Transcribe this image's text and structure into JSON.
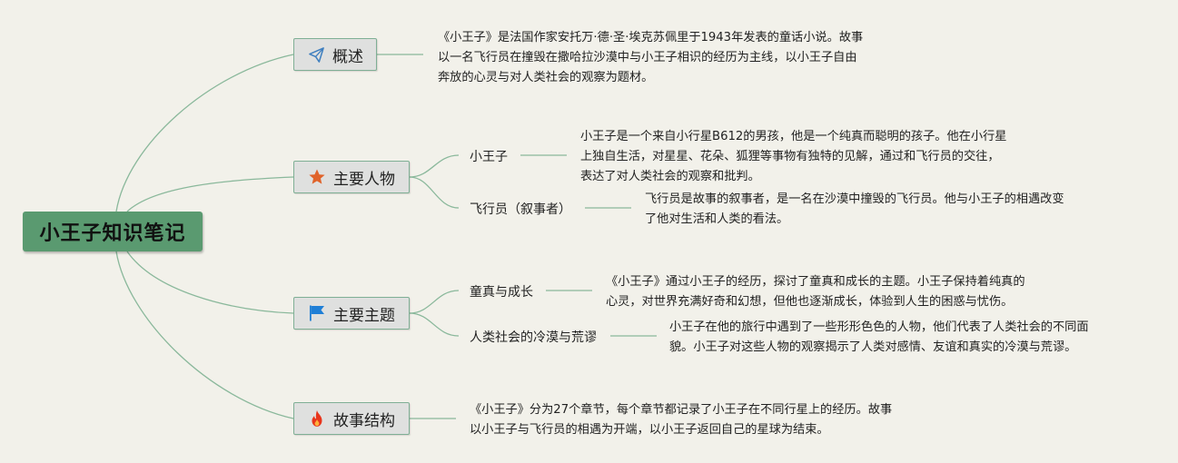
{
  "root": {
    "title": "小王子知识笔记"
  },
  "topics": [
    {
      "label": "概述",
      "icon": "paper-plane-icon",
      "note": [
        "《小王子》是法国作家安托万·德·圣·埃克苏佩里于1943年发表的童话小说。故事",
        "以一名飞行员在撞毁在撒哈拉沙漠中与小王子相识的经历为主线，以小王子自由",
        "奔放的心灵与对人类社会的观察为题材。"
      ]
    },
    {
      "label": "主要人物",
      "icon": "star-icon",
      "children": [
        {
          "label": "小王子",
          "note": [
            "小王子是一个来自小行星B612的男孩，他是一个纯真而聪明的孩子。他在小行星",
            "上独自生活，对星星、花朵、狐狸等事物有独特的见解，通过和飞行员的交往，",
            "表达了对人类社会的观察和批判。"
          ]
        },
        {
          "label": "飞行员（叙事者）",
          "note": [
            "飞行员是故事的叙事者，是一名在沙漠中撞毁的飞行员。他与小王子的相遇改变",
            "了他对生活和人类的看法。"
          ]
        }
      ]
    },
    {
      "label": "主要主题",
      "icon": "flag-icon",
      "children": [
        {
          "label": "童真与成长",
          "note": [
            "《小王子》通过小王子的经历，探讨了童真和成长的主题。小王子保持着纯真的",
            "心灵，对世界充满好奇和幻想，但他也逐渐成长，体验到人生的困惑与忧伤。"
          ]
        },
        {
          "label": "人类社会的冷漠与荒谬",
          "note": [
            "小王子在他的旅行中遇到了一些形形色色的人物，他们代表了人类社会的不同面",
            "貌。小王子对这些人物的观察揭示了人类对感情、友谊和真实的冷漠与荒谬。"
          ]
        }
      ]
    },
    {
      "label": "故事结构",
      "icon": "fire-icon",
      "note": [
        "《小王子》分为27个章节，每个章节都记录了小王子在不同行星上的经历。故事",
        "以小王子与飞行员的相遇为开端，以小王子返回自己的星球为结束。"
      ]
    }
  ],
  "colors": {
    "root_fill": "#5a9a70",
    "line": "#8ab89b",
    "topic_fill": "#dfe0df",
    "topic_border": "#7faf95",
    "plane": "#3f7fbf",
    "star": "#e0632a",
    "flag": "#1f7fd6",
    "fire": "#e8351c"
  }
}
